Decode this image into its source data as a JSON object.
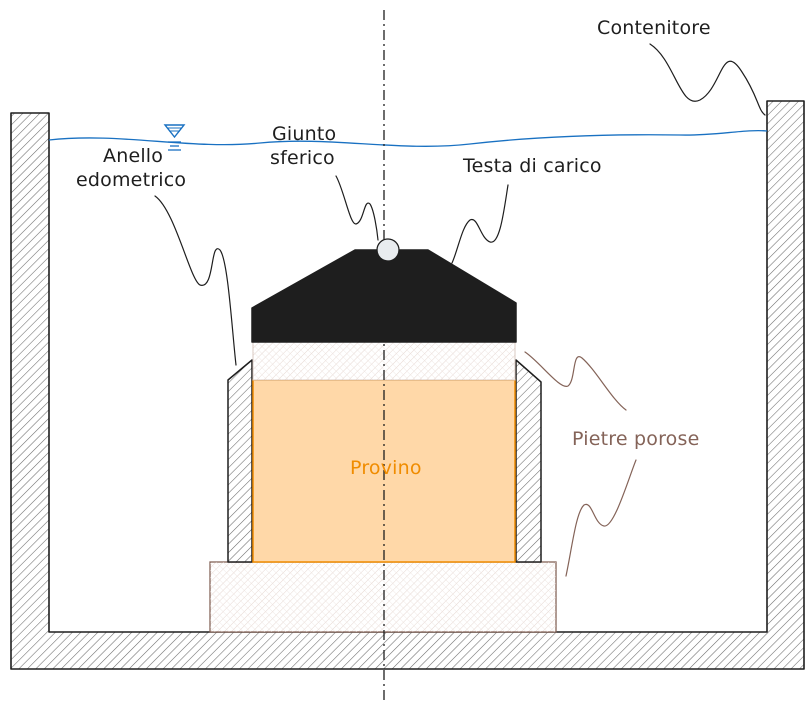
{
  "labels": {
    "contenitore": "Contenitore",
    "anello_line1": "Anello",
    "anello_line2": "edometrico",
    "giunto_line1": "Giunto",
    "giunto_line2": "sferico",
    "testa": "Testa di carico",
    "pietre": "Pietre porose",
    "provino": "Provino"
  },
  "colors": {
    "outline": "#1e1e1e",
    "water": "#1971c2",
    "provino_fill": "#ffd8a8",
    "provino_stroke": "#f08c00",
    "porous_stroke": "#846358",
    "hatch": "#868e96",
    "head_fill": "#1e1e1e"
  },
  "icons": {
    "water_level": "water-level-triangle-icon"
  }
}
